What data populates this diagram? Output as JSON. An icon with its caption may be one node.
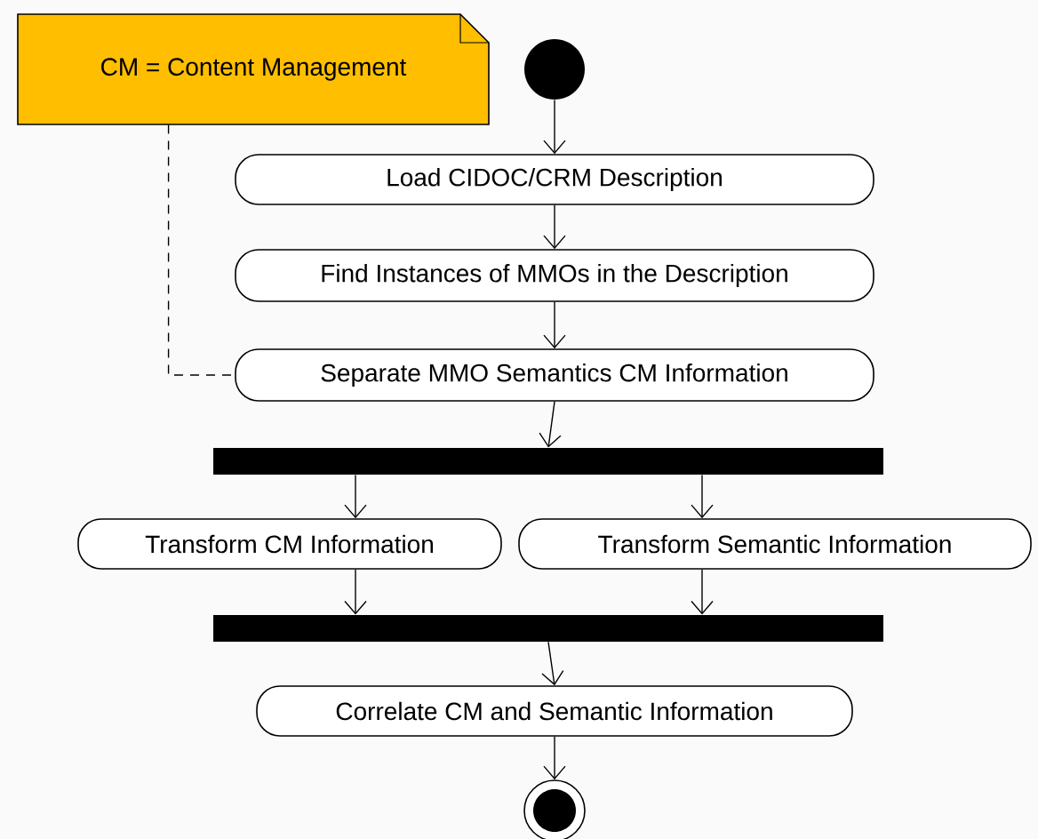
{
  "diagram": {
    "nodes": [
      {
        "text": [
          "CM = Content Management"
        ]
      },
      {
        "text": [],
        "shape": "circle"
      },
      {
        "text": [
          "Load CIDOC/CRM Description"
        ]
      },
      {
        "text": [
          "Find Instances of MMOs in the Description"
        ]
      },
      {
        "text": [
          "Separate MMO Semantics CM Information"
        ]
      },
      {
        "text": [],
        "shape": "bar"
      },
      {
        "text": [
          "Transform CM Information"
        ]
      },
      {
        "text": [
          "Transform Semantic Information"
        ]
      },
      {
        "text": [],
        "shape": "bar"
      },
      {
        "text": [
          "Correlate CM and Semantic Information"
        ]
      },
      {
        "text": [],
        "shape": "circle"
      }
    ],
    "edges": [
      {
        "from": 1,
        "to": 2,
        "arrow": "to"
      },
      {
        "from": 2,
        "to": 3,
        "arrow": "to"
      },
      {
        "from": 3,
        "to": 4,
        "arrow": "to"
      },
      {
        "from": 4,
        "to": 5,
        "arrow": "to"
      },
      {
        "from": 5,
        "to": 6,
        "arrow": "to"
      },
      {
        "from": 5,
        "to": 7,
        "arrow": "to"
      },
      {
        "from": 6,
        "to": 8,
        "arrow": "to"
      },
      {
        "from": 7,
        "to": 8,
        "arrow": "to"
      },
      {
        "from": 8,
        "to": 9,
        "arrow": "to"
      },
      {
        "from": 9,
        "to": 10,
        "arrow": "to"
      },
      {
        "from": 0,
        "to": 4,
        "arrow": "none",
        "style": "dashed"
      }
    ]
  }
}
